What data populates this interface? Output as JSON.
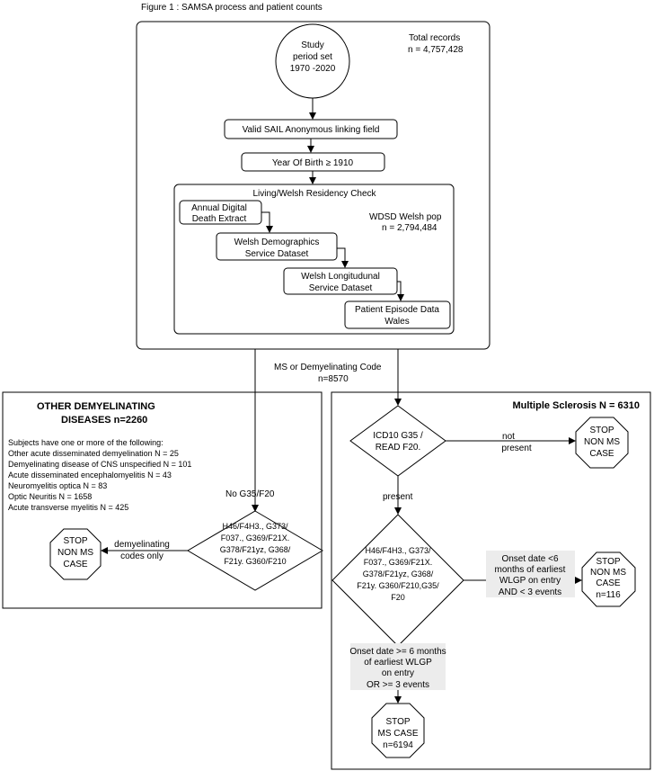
{
  "figure_title": "Figure 1 : SAMSA  process and patient counts",
  "main_flow": {
    "total_records_label": "Total records",
    "total_records_value": "n = 4,757,428",
    "study_period": [
      "Study",
      "period set",
      "1970 -2020"
    ],
    "valid_linking": "Valid SAIL Anonymous linking field",
    "year_of_birth": "Year Of Birth ≥ 1910",
    "residency_check": {
      "title": "Living/Welsh Residency Check",
      "annual_death": [
        "Annual Digital",
        "Death Extract"
      ],
      "wdsd": [
        "Welsh Demographics",
        "Service Dataset"
      ],
      "wlgp": [
        "Welsh Longitudunal",
        "Service Dataset"
      ],
      "pedw": [
        "Patient Episode Data",
        "Wales"
      ],
      "wdsd_pop_label": "WDSD Welsh pop",
      "wdsd_pop_value": "n = 2,794,484"
    }
  },
  "ms_code": [
    "MS or Demyelinating Code",
    "n=8570"
  ],
  "other_demyelinating": {
    "title": [
      "OTHER DEMYELINATING",
      "DISEASES  n=2260"
    ],
    "subjects_intro": "Subjects have one or more of the following:",
    "conditions": [
      "Other acute disseminated demyelination N = 25",
      "Demyelinating disease of CNS unspecified N = 101",
      "Acute disseminated encephalomyelitis N = 43",
      "Neuromyelitis optica N = 83",
      "Optic Neuritis N = 1658",
      "Acute transverse myelitis N = 425"
    ],
    "no_code_label": "No G35/F20",
    "diamond_codes": [
      "H46/F4H3., G373/",
      "F037., G369/F21X.",
      "G378/F21yz, G368/",
      "F21y. G360/F210"
    ],
    "demyelinating_label": [
      "demyelinating",
      "codes only"
    ],
    "stop_sign": [
      "STOP",
      "NON MS",
      "CASE"
    ]
  },
  "multiple_sclerosis": {
    "title": "Multiple Sclerosis N = 6310",
    "icd10_diamond": [
      "ICD10  G35 /",
      "READ F20."
    ],
    "not_present": [
      "not",
      "present"
    ],
    "present": "present",
    "stop_non_ms_top": [
      "STOP",
      "NON MS",
      "CASE"
    ],
    "codes_diamond": [
      "H46/F4H3., G373/",
      "F037., G369/F21X.",
      "G378/F21yz, G368/",
      "F21y. G360/F210,G35/",
      "F20"
    ],
    "onset_lt": [
      "Onset date <6",
      "months of earliest",
      "WLGP on entry",
      "AND < 3 events"
    ],
    "stop_non_ms_116": [
      "STOP",
      "NON MS",
      "CASE",
      "n=116"
    ],
    "onset_ge": [
      "Onset date >= 6 months",
      "of earliest WLGP",
      "on entry",
      "OR >= 3 events"
    ],
    "stop_ms_case": [
      "STOP",
      "MS CASE",
      "n=6194"
    ]
  }
}
